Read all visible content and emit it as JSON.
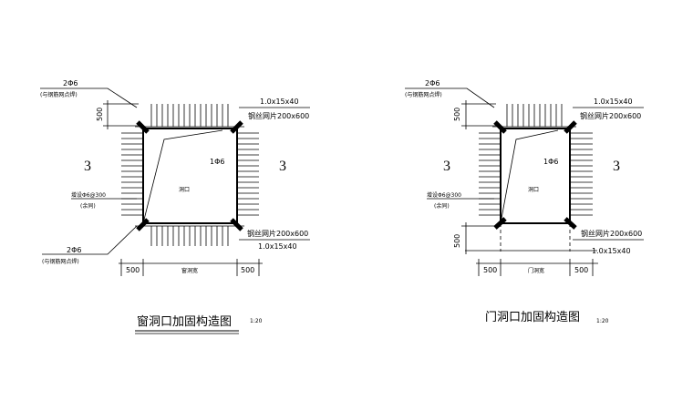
{
  "drawings": [
    {
      "callout_top_bar": "2Φ6",
      "callout_top_note": "(与钢筋网点焊)",
      "dim_500_vertical_top": "500",
      "label_angle_top": "1.0x15x40",
      "label_mesh_top": "钢丝网片200x600",
      "label_1phi6": "1Φ6",
      "zone_left": "3",
      "zone_right": "3",
      "opening": "洞口",
      "left_tie": "增设Φ6@300",
      "left_tie_note": "(余同)",
      "callout_bottom_bar": "2Φ6",
      "callout_bottom_note": "(与钢筋网点焊)",
      "label_mesh_bottom": "钢丝网片200x600",
      "label_angle_bottom": "1.0x15x40",
      "dim_left": "500",
      "dim_mid": "窗洞宽",
      "dim_right": "500",
      "title": "窗洞口加固构造图",
      "scale": "1:20"
    },
    {
      "callout_top_bar": "2Φ6",
      "callout_top_note": "(与钢筋网点焊)",
      "dim_500_vertical_top": "500",
      "dim_500_vertical_bottom": "500",
      "label_angle_top": "1.0x15x40",
      "label_mesh_top": "钢丝网片200x600",
      "label_1phi6": "1Φ6",
      "zone_left": "3",
      "zone_right": "3",
      "opening": "洞口",
      "left_tie": "增设Φ6@300",
      "left_tie_note": "(余同)",
      "label_mesh_bottom": "钢丝网片200x600",
      "label_angle_bottom": "1.0x15x40",
      "dim_left": "500",
      "dim_mid": "门洞宽",
      "dim_right": "500",
      "title": "门洞口加固构造图",
      "scale": "1:20"
    }
  ]
}
